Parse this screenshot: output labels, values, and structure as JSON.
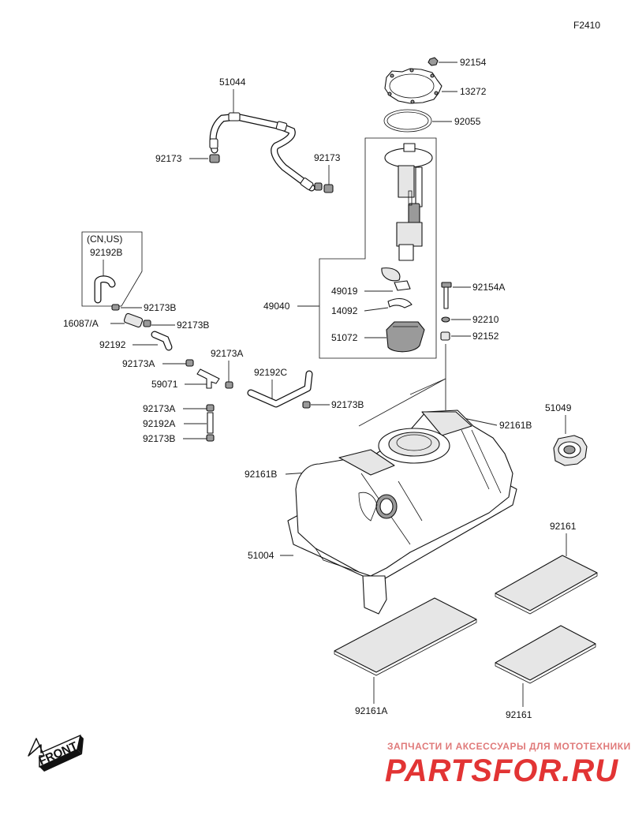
{
  "figure_code": "F2410",
  "callouts": {
    "hose_assembly": "51044",
    "clamp_left": "92173",
    "clamp_right": "92173",
    "nut_top": "92154",
    "gasket_plate": "13272",
    "o_ring": "92055",
    "pump_assembly": "49040",
    "pump_part_a": "49019",
    "pump_part_b": "14092",
    "filter": "51072",
    "bolt": "92154A",
    "washer": "92210",
    "grommet": "92152",
    "region_note": "(CN,US)",
    "hose_92192b": "92192B",
    "clamp_92173b_1": "92173B",
    "valve": "16087/A",
    "clamp_92173b_2": "92173B",
    "hose_92192": "92192",
    "clamp_92173a_1": "92173A",
    "clamp_92173a_2": "92173A",
    "fitting": "59071",
    "hose_92192c": "92192C",
    "clamp_92173b_3": "92173B",
    "clamp_92173a_3": "92173A",
    "hose_92192a": "92192A",
    "clamp_92173b_4": "92173B",
    "pad_tank_right": "92161B",
    "pad_tank_left": "92161B",
    "cap": "51049",
    "tank": "51004",
    "pad_92161_top": "92161",
    "pad_92161a": "92161A",
    "pad_92161_bottom": "92161"
  },
  "front_marker": "FRONT",
  "watermark": {
    "tagline": "ЗАПЧАСТИ И АКСЕССУАРЫ ДЛЯ МОТОТЕХНИКИ",
    "brand": "PARTSFOR.RU",
    "color": "#e23434"
  }
}
